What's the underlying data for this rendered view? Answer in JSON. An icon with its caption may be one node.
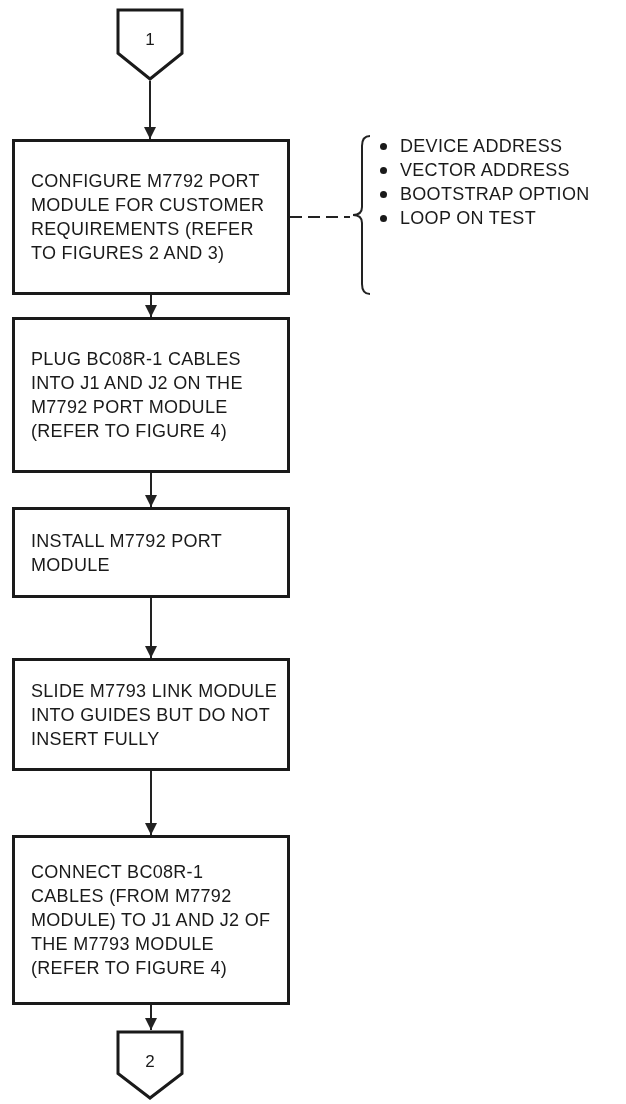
{
  "diagram": {
    "nodes": [
      {
        "text": [
          "1"
        ]
      },
      {
        "text": [
          "CONFIGURE M7792 PORT MODULE FOR CUSTOMER REQUIREMENTS (REFER TO FIGURES 2 AND 3)"
        ]
      },
      {
        "text": [
          "DEVICE ADDRESS",
          "VECTOR ADDRESS",
          "BOOTSTRAP OPTION",
          "LOOP ON TEST"
        ]
      },
      {
        "text": [
          "PLUG BC08R-1 CABLES INTO J1 AND J2 ON THE M7792 PORT MODULE (REFER TO FIGURE 4)"
        ]
      },
      {
        "text": [
          "INSTALL M7792 PORT MODULE"
        ]
      },
      {
        "text": [
          "SLIDE M7793 LINK MODULE INTO GUIDES BUT DO NOT INSERT FULLY"
        ]
      },
      {
        "text": [
          "CONNECT BC08R-1 CABLES (FROM M7792 MODULE) TO J1 AND J2 OF THE M7793 MODULE (REFER TO FIGURE 4)"
        ]
      },
      {
        "text": [
          "2"
        ]
      }
    ],
    "edges": [
      {
        "from": 0,
        "to": 1,
        "arrow": "to"
      },
      {
        "from": 1,
        "to": 2,
        "arrow": "none",
        "style": "dashed"
      },
      {
        "from": 1,
        "to": 3,
        "arrow": "to"
      },
      {
        "from": 3,
        "to": 4,
        "arrow": "to"
      },
      {
        "from": 4,
        "to": 5,
        "arrow": "to"
      },
      {
        "from": 5,
        "to": 6,
        "arrow": "to"
      },
      {
        "from": 6,
        "to": 7,
        "arrow": "to"
      }
    ]
  }
}
